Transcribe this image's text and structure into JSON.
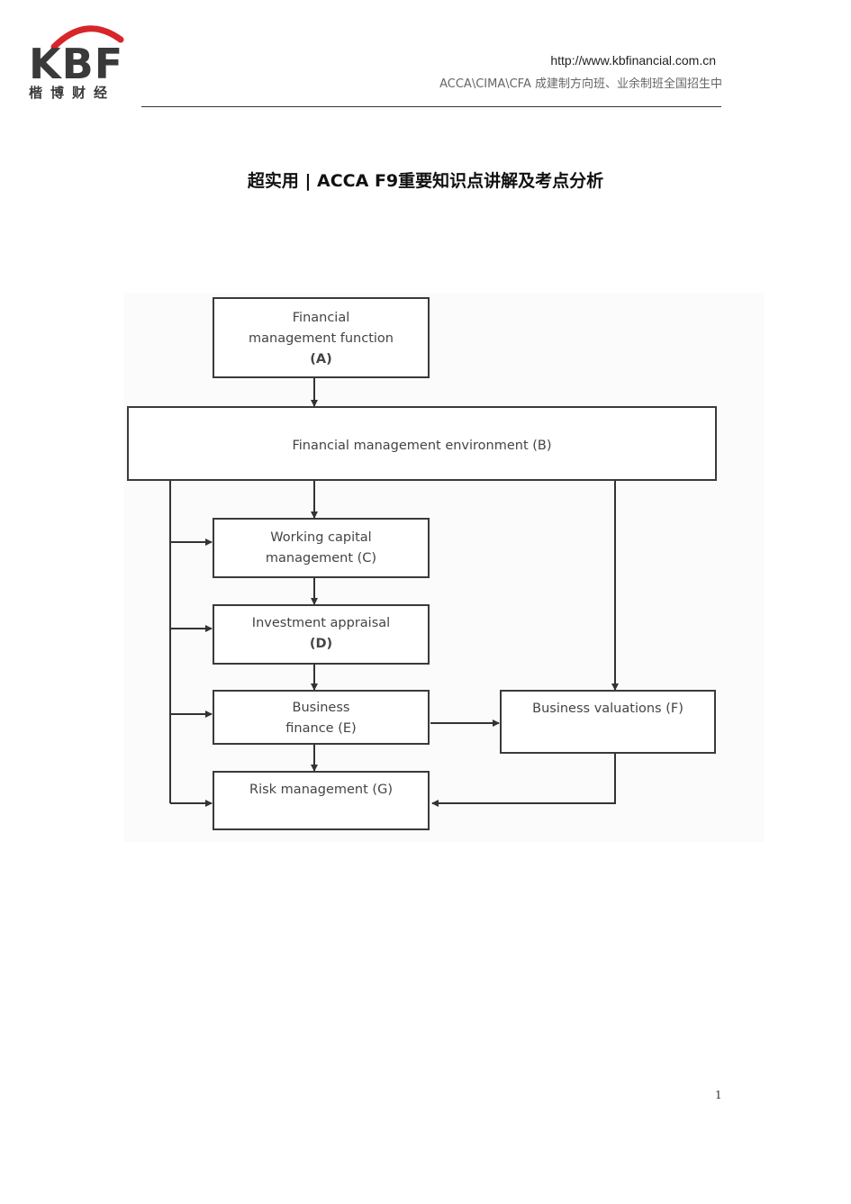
{
  "header": {
    "logo_letters": "KBF",
    "logo_cn": "楷博财经",
    "url": "http://www.kbfinancial.com.cn",
    "slogan": "ACCA\\CIMA\\CFA 成建制方向班、业余制班全国招生中",
    "accent_color": "#d7262b"
  },
  "document": {
    "title": "超实用 | ACCA F9重要知识点讲解及考点分析",
    "page_number": "1"
  },
  "diagram": {
    "box_a": {
      "line1": "Financial",
      "line2": "management function",
      "code": "(A)"
    },
    "box_b": {
      "text": "Financial management environment (B)"
    },
    "box_c": {
      "line1": "Working capital",
      "line2": "management (C)"
    },
    "box_d": {
      "line1": "Investment appraisal",
      "code": "(D)"
    },
    "box_e": {
      "line1": "Business",
      "line2": "finance (E)"
    },
    "box_f": {
      "text": "Business valuations (F)"
    },
    "box_g": {
      "text": "Risk management (G)"
    }
  }
}
